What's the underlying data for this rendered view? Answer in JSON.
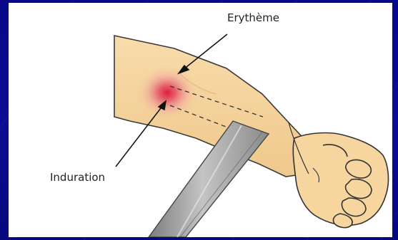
{
  "labels": {
    "erythema": "Erythème",
    "induration": "Induration"
  },
  "colors": {
    "background": "#0a0a8c",
    "panel": "#ffffff",
    "skin": "#f6d59e",
    "erythema_center": "#dc1e3c",
    "ruler": "#9a9a9a",
    "outline": "#333333"
  },
  "icons": {
    "arm": "forearm-illustration",
    "ruler": "ruler-illustration",
    "fist": "fist-illustration"
  }
}
